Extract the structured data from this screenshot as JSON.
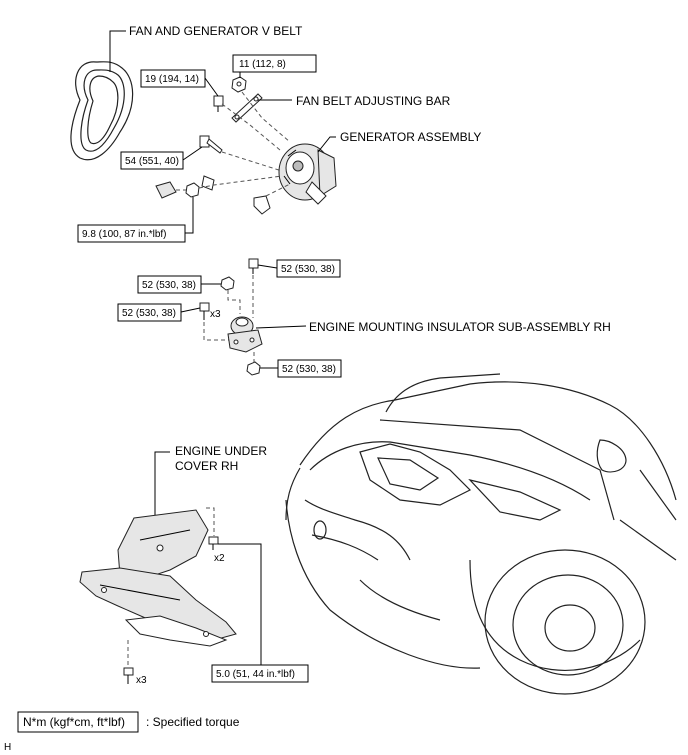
{
  "labels": {
    "fan_belt": "FAN AND GENERATOR V BELT",
    "adjusting_bar": "FAN BELT ADJUSTING BAR",
    "generator": "GENERATOR ASSEMBLY",
    "mount_insulator": "ENGINE MOUNTING INSULATOR SUB-ASSEMBLY RH",
    "under_cover_line1": "ENGINE UNDER",
    "under_cover_line2": "COVER RH"
  },
  "torques": {
    "t1": "19 (194, 14)",
    "t2": "11 (112, 8)",
    "t3": "54 (551, 40)",
    "t4": "9.8 (100, 87 in.*lbf)",
    "t5": "52 (530, 38)",
    "t6": "52 (530, 38)",
    "t7": "52 (530, 38)",
    "t8": "52 (530, 38)",
    "t9": "5.0 (51, 44 in.*lbf)"
  },
  "quantities": {
    "q1": "x3",
    "q2": "x2",
    "q3": "x3"
  },
  "legend": {
    "unit": "N*m (kgf*cm, ft*lbf)",
    "description": ": Specified torque"
  },
  "corner_mark": "H"
}
